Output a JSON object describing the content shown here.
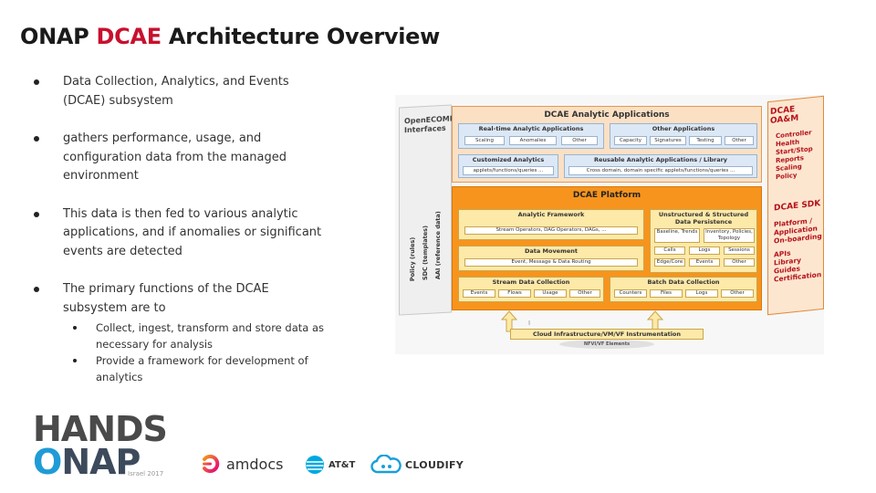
{
  "title": {
    "part1": "ONAP ",
    "accent": "DCAE",
    "part2": " Architecture Overview"
  },
  "bullets": [
    {
      "text": "Data Collection, Analytics, and Events (DCAE) subsystem"
    },
    {
      "text": "gathers performance, usage, and configuration data from the managed environment"
    },
    {
      "text": "This data is then fed to various analytic applications, and if anomalies or significant events are detected"
    },
    {
      "text": "The primary functions of the DCAE subsystem are to"
    }
  ],
  "sub_bullets": [
    {
      "text": "Collect, ingest, transform and store data as necessary for analysis"
    },
    {
      "text": "Provide a framework for development of analytics"
    }
  ],
  "figure": {
    "openecomp": {
      "line1": "OpenECOMP",
      "line2": "Interfaces",
      "policy": "Policy (rules)",
      "sdc": "SDC (templates)",
      "aai": "AAI (reference data)"
    },
    "oam": {
      "title": "DCAE OA&M",
      "items": [
        "Controller",
        "Health",
        "Start/Stop",
        "Reports",
        "Scaling",
        "Policy"
      ]
    },
    "sdk": {
      "title": "DCAE SDK",
      "items": [
        "Platform /",
        "Application",
        "On-boarding",
        "",
        "APIs",
        "Library",
        "Guides",
        "Certification"
      ]
    },
    "apps": {
      "title": "DCAE Analytic Applications",
      "realtime": {
        "title": "Real-time Analytic Applications",
        "chips": [
          "Scaling",
          "Anomalies",
          "Other"
        ]
      },
      "other": {
        "title": "Other Applications",
        "chips": [
          "Capacity",
          "Signatures",
          "Testing",
          "Other"
        ]
      },
      "customized": {
        "title": "Customized Analytics",
        "sub": "applets/functions/queries ..."
      },
      "reusable": {
        "title": "Reusable Analytic Applications / Library",
        "sub": "Cross domain, domain specific applets/functions/queries ..."
      }
    },
    "platform": {
      "title": "DCAE Platform",
      "analytic_framework": {
        "title": "Analytic Framework",
        "sub": "Stream Operators, DAG Operators, DAGs, ..."
      },
      "persistence": {
        "title": "Unstructured & Structured Data Persistence",
        "chips": [
          "Baseline, Trends",
          "Inventory, Policies, Topology",
          "Calls",
          "Logs",
          "Sessions",
          "Edge/Core",
          "Events",
          "Other"
        ]
      },
      "data_movement": {
        "title": "Data Movement",
        "sub": "Event, Message & Data Routing"
      },
      "stream": {
        "title": "Stream Data Collection",
        "chips": [
          "Events",
          "Flows",
          "Usage",
          "Other"
        ]
      },
      "batch": {
        "title": "Batch Data Collection",
        "chips": [
          "Counters",
          "Files",
          "Logs",
          "Other"
        ]
      }
    },
    "cloud_bar": "Cloud Infrastructure/VM/VF Instrumentation",
    "nfvi": "NFVI/VF Elements"
  },
  "logos": {
    "hands_line1": "HANDS",
    "hands_line2_a": "",
    "hands_o": "O",
    "hands_line2_b": "NAP",
    "israel": "Israel 2017",
    "amdocs": "amdocs",
    "att": "AT&T",
    "cloudify": "CLOUDIFY"
  },
  "colors": {
    "accent": "#c8102e",
    "orange": "#f7941d",
    "onap_blue": "#1f9bd7"
  }
}
